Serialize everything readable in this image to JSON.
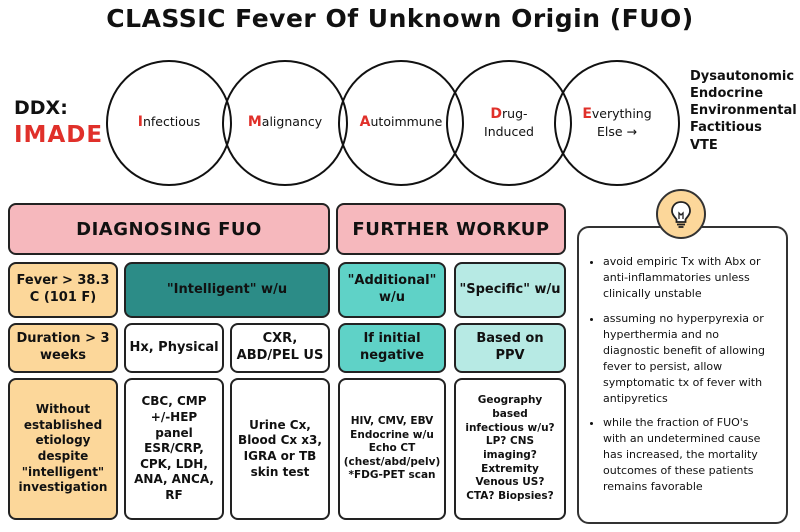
{
  "title": "CLASSIC Fever Of Unknown Origin (FUO)",
  "ddx": {
    "label": "DDX:",
    "mnemonic": "IMADE"
  },
  "circles": [
    {
      "initial": "I",
      "rest": "nfectious"
    },
    {
      "initial": "M",
      "rest": "alignancy"
    },
    {
      "initial": "A",
      "rest": "utoimmune"
    },
    {
      "initial": "D",
      "rest": "rug-\nInduced"
    },
    {
      "initial": "E",
      "rest": "verything\nElse →"
    }
  ],
  "everything_else": [
    "Dysautonomic",
    "Endocrine",
    "Environmental",
    "Factitious",
    "VTE"
  ],
  "diagnosing": {
    "header": "DIAGNOSING FUO",
    "criteria": [
      "Fever > 38.3 C (101 F)",
      "Duration > 3 weeks",
      "Without established etiology despite \"intelligent\" investigation"
    ],
    "intelligent_label": "\"Intelligent\" w/u",
    "hx_physical": "Hx, Physical",
    "imaging": "CXR, ABD/PEL US",
    "labs": "CBC, CMP +/-HEP panel ESR/CRP, CPK, LDH, ANA, ANCA, RF",
    "cultures": "Urine Cx, Blood Cx x3, IGRA or TB skin test"
  },
  "further": {
    "header": "FURTHER WORKUP",
    "additional_label": "\"Additional\" w/u",
    "specific_label": "\"Specific\" w/u",
    "if_initial": "If initial negative",
    "based_on": "Based on PPV",
    "additional_list": "HIV, CMV, EBV Endocrine w/u Echo CT (chest/abd/pelv) *FDG-PET scan",
    "specific_list": "Geography based infectious w/u? LP? CNS imaging? Extremity Venous US? CTA? Biopsies?"
  },
  "notes": [
    "avoid empiric Tx with Abx or anti-inflammatories unless clinically unstable",
    "assuming no hyperpyrexia or hyperthermia and no diagnostic benefit of allowing fever to persist, allow symptomatic tx of fever with antipyretics",
    "while the fraction of FUO's with an undetermined cause has increased, the mortality outcomes of these patients remains favorable"
  ],
  "colors": {
    "accent_red": "#e0302a",
    "pink": "#f6b8bd",
    "peach": "#fcd79a",
    "teal_dark": "#2c8c87",
    "teal": "#5fd2c7",
    "teal_light": "#b7eae4"
  },
  "icons": {
    "note_badge": "lightbulb-icon"
  }
}
